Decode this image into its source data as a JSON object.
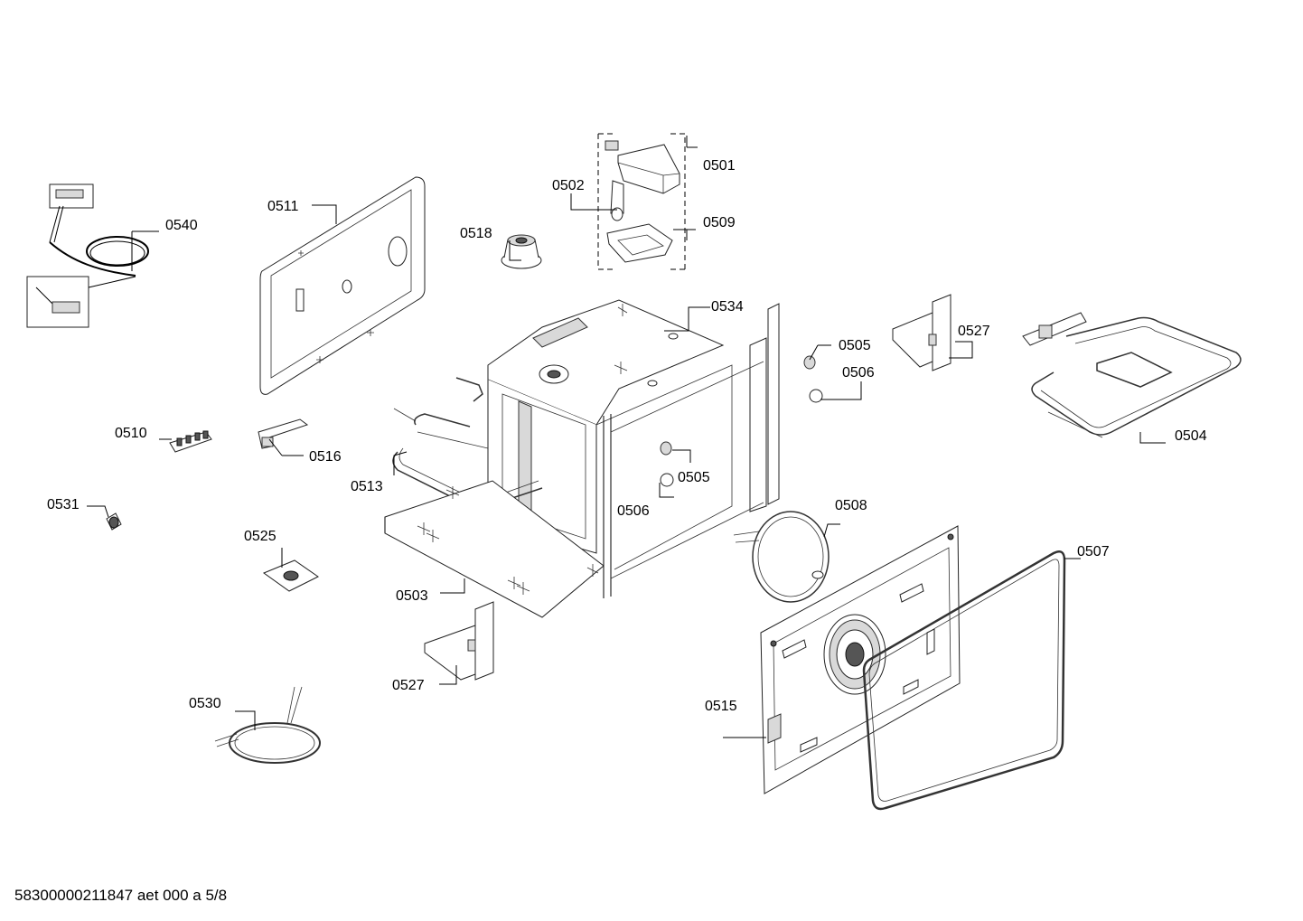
{
  "parts": [
    {
      "id": "p0501",
      "label": "0501"
    },
    {
      "id": "p0502",
      "label": "0502"
    },
    {
      "id": "p0503",
      "label": "0503"
    },
    {
      "id": "p0504",
      "label": "0504"
    },
    {
      "id": "p0505a",
      "label": "0505"
    },
    {
      "id": "p0505b",
      "label": "0505"
    },
    {
      "id": "p0506a",
      "label": "0506"
    },
    {
      "id": "p0506b",
      "label": "0506"
    },
    {
      "id": "p0507",
      "label": "0507"
    },
    {
      "id": "p0508",
      "label": "0508"
    },
    {
      "id": "p0509",
      "label": "0509"
    },
    {
      "id": "p0510",
      "label": "0510"
    },
    {
      "id": "p0511",
      "label": "0511"
    },
    {
      "id": "p0513",
      "label": "0513"
    },
    {
      "id": "p0515",
      "label": "0515"
    },
    {
      "id": "p0516",
      "label": "0516"
    },
    {
      "id": "p0518",
      "label": "0518"
    },
    {
      "id": "p0525",
      "label": "0525"
    },
    {
      "id": "p0527a",
      "label": "0527"
    },
    {
      "id": "p0527b",
      "label": "0527"
    },
    {
      "id": "p0530",
      "label": "0530"
    },
    {
      "id": "p0531",
      "label": "0531"
    },
    {
      "id": "p0534",
      "label": "0534"
    },
    {
      "id": "p0540",
      "label": "0540"
    }
  ],
  "footer": "58300000211847 aet 000 a 5/8"
}
